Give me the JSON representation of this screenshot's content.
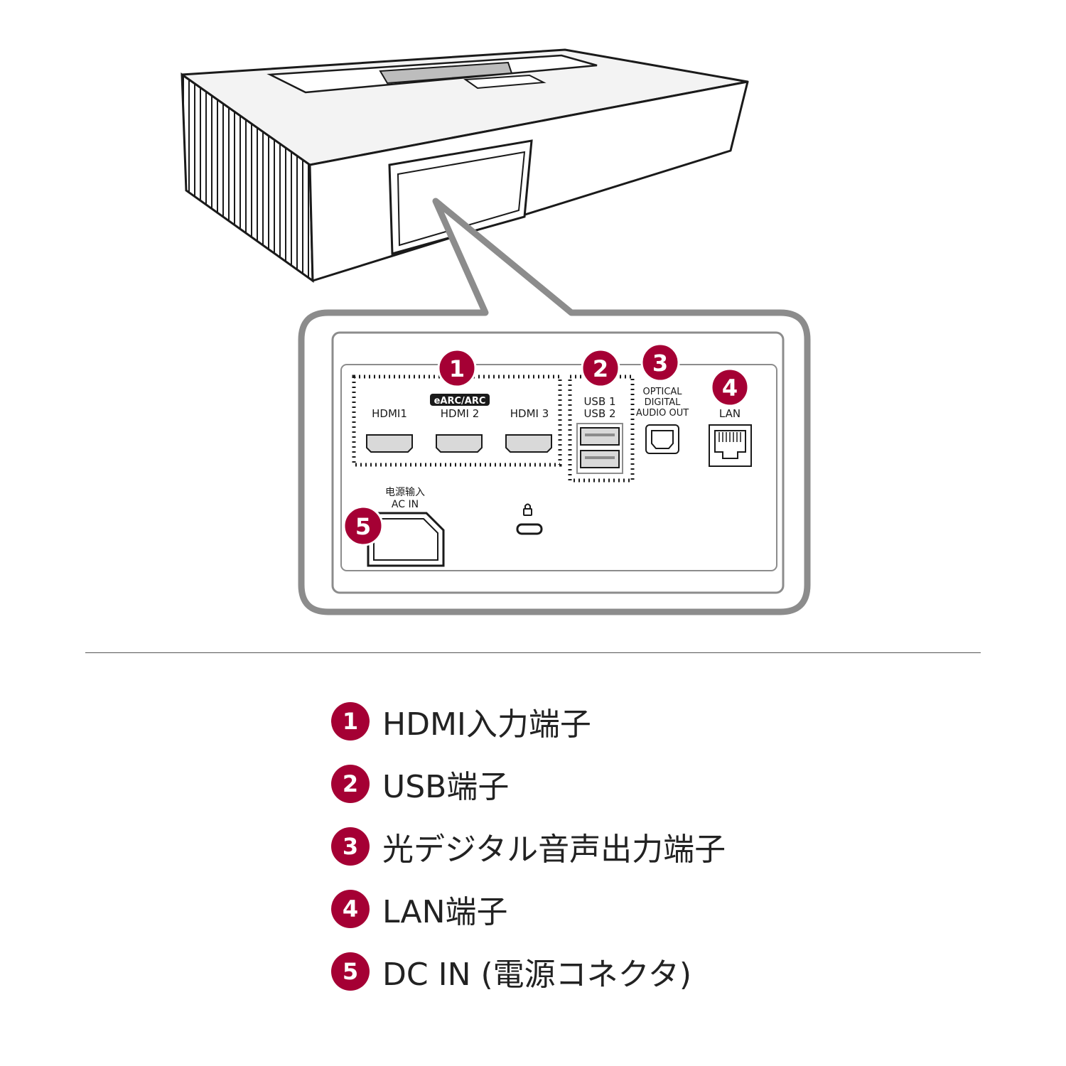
{
  "colors": {
    "badge": "#a50034",
    "outline": "#1a1a1a",
    "callout_border": "#8c8c8c",
    "port_fill": "#d9d9d9"
  },
  "panel": {
    "earc_label": "eARC/ARC",
    "hdmi_labels": [
      "HDMI1",
      "HDMI 2",
      "HDMI 3"
    ],
    "usb_labels": [
      "USB 1",
      "USB 2"
    ],
    "optical_label_lines": [
      "OPTICAL",
      "DIGITAL",
      "AUDIO OUT"
    ],
    "lan_label": "LAN",
    "power_label_lines": [
      "电源输入",
      "AC IN"
    ],
    "lock_icon": "lock-icon"
  },
  "badges": [
    "1",
    "2",
    "3",
    "4",
    "5"
  ],
  "legend": [
    {
      "num": "1",
      "text": "HDMI入力端子"
    },
    {
      "num": "2",
      "text": "USB端子"
    },
    {
      "num": "3",
      "text": "光デジタル音声出力端子"
    },
    {
      "num": "4",
      "text": "LAN端子"
    },
    {
      "num": "5",
      "text": "DC IN (電源コネクタ)"
    }
  ]
}
